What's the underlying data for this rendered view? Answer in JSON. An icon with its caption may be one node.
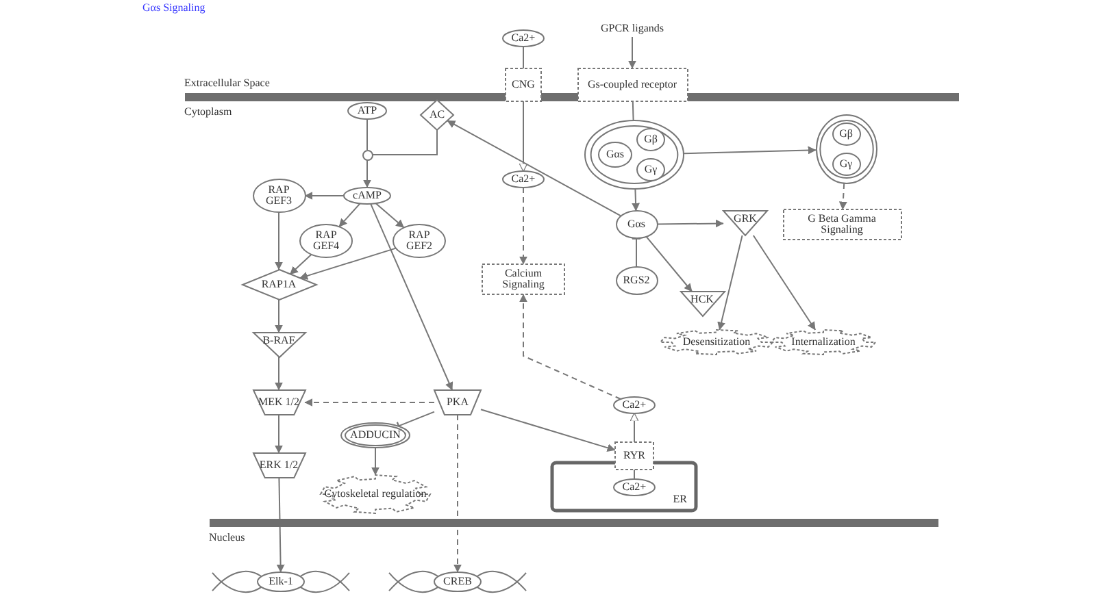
{
  "diagram": {
    "title": "Gαs Signaling",
    "nodes": [
      {
        "text": [
          "Ca2+"
        ]
      },
      {
        "text": [
          "GPCR ligands"
        ]
      },
      {
        "text": [
          "CNG"
        ]
      },
      {
        "text": [
          "Gs-coupled receptor"
        ]
      },
      {
        "text": [
          "ATP"
        ]
      },
      {
        "text": [
          "AC"
        ]
      },
      {
        "text": [],
        "shape": "circle"
      },
      {
        "text": [],
        "shape": "circle"
      },
      {
        "text": [
          "Gαs"
        ],
        "in": 7
      },
      {
        "text": [
          "Gβ"
        ],
        "in": 7
      },
      {
        "text": [
          "Gγ"
        ],
        "in": 7
      },
      {
        "text": [],
        "shape": "circle"
      },
      {
        "text": [
          "Gβ"
        ],
        "in": 11
      },
      {
        "text": [
          "Gγ"
        ],
        "in": 11
      },
      {
        "text": [
          "RAP GEF3"
        ]
      },
      {
        "text": [
          "cAMP"
        ]
      },
      {
        "text": [
          "RAP GEF4"
        ]
      },
      {
        "text": [
          "RAP GEF2"
        ]
      },
      {
        "text": [
          "RAP1A"
        ]
      },
      {
        "text": [
          "Ca2+"
        ]
      },
      {
        "text": [
          "Gαs"
        ]
      },
      {
        "text": [
          "GRK"
        ]
      },
      {
        "text": [
          "G Beta Gamma Signaling"
        ]
      },
      {
        "text": [
          "Calcium Signaling"
        ]
      },
      {
        "text": [
          "RGS2"
        ]
      },
      {
        "text": [
          "HCK"
        ]
      },
      {
        "text": [
          "Desensitization"
        ]
      },
      {
        "text": [
          "Internalization"
        ]
      },
      {
        "text": [
          "B-RAF"
        ]
      },
      {
        "text": [
          "MEK 1/2"
        ]
      },
      {
        "text": [
          "PKA"
        ]
      },
      {
        "text": [
          "ADDUCIN"
        ]
      },
      {
        "text": [
          "ERK 1/2"
        ]
      },
      {
        "text": [
          "Cytoskeletal regulation"
        ]
      },
      {
        "text": [
          "Ca2+"
        ]
      },
      {
        "text": [
          "ER"
        ]
      },
      {
        "text": [
          "RYR"
        ]
      },
      {
        "text": [
          "Ca2+"
        ],
        "in": 35
      },
      {
        "text": [
          "Elk-1"
        ]
      },
      {
        "text": [
          "CREB"
        ]
      }
    ],
    "edges": [
      {
        "from": 0,
        "to": 2,
        "arrow": "none"
      },
      {
        "from": 1,
        "to": 3,
        "arrow": "to"
      },
      {
        "from": 2,
        "to": 19,
        "arrow": "to"
      },
      {
        "from": 3,
        "to": 7,
        "arrow": "none"
      },
      {
        "from": 7,
        "to": 11,
        "arrow": "to"
      },
      {
        "from": 7,
        "to": 20,
        "arrow": "to"
      },
      {
        "from": 11,
        "to": 22,
        "arrow": "to",
        "style": "dashed"
      },
      {
        "from": 4,
        "to": 6,
        "arrow": "none"
      },
      {
        "from": 6,
        "to": 15,
        "arrow": "to"
      },
      {
        "from": 5,
        "to": 6,
        "arrow": "none"
      },
      {
        "from": 20,
        "to": 5,
        "arrow": "to"
      },
      {
        "from": 20,
        "to": 21,
        "arrow": "to"
      },
      {
        "from": 20,
        "to": 25,
        "arrow": "to"
      },
      {
        "from": 24,
        "to": 20,
        "arrow": "other"
      },
      {
        "from": 21,
        "to": 26,
        "arrow": "to"
      },
      {
        "from": 21,
        "to": 27,
        "arrow": "to"
      },
      {
        "from": 19,
        "to": 23,
        "arrow": "to",
        "style": "dashed"
      },
      {
        "from": 15,
        "to": 14,
        "arrow": "to"
      },
      {
        "from": 15,
        "to": 16,
        "arrow": "to"
      },
      {
        "from": 15,
        "to": 17,
        "arrow": "to"
      },
      {
        "from": 15,
        "to": 30,
        "arrow": "to"
      },
      {
        "from": 14,
        "to": 18,
        "arrow": "to"
      },
      {
        "from": 16,
        "to": 18,
        "arrow": "to"
      },
      {
        "from": 17,
        "to": 18,
        "arrow": "to"
      },
      {
        "from": 18,
        "to": 28,
        "arrow": "to"
      },
      {
        "from": 28,
        "to": 29,
        "arrow": "to"
      },
      {
        "from": 29,
        "to": 32,
        "arrow": "to"
      },
      {
        "from": 32,
        "to": 38,
        "arrow": "to"
      },
      {
        "from": 30,
        "to": 29,
        "arrow": "to",
        "style": "dashed"
      },
      {
        "from": 30,
        "to": 31,
        "arrow": "other"
      },
      {
        "from": 30,
        "to": 39,
        "arrow": "to",
        "style": "dashed"
      },
      {
        "from": 30,
        "to": 36,
        "arrow": "to"
      },
      {
        "from": 31,
        "to": 33,
        "arrow": "to"
      },
      {
        "from": 34,
        "to": 23,
        "arrow": "to",
        "style": "dashed"
      },
      {
        "from": 36,
        "to": 34,
        "arrow": "to"
      },
      {
        "from": 36,
        "to": 37,
        "arrow": "none"
      }
    ],
    "labels": [
      "Extracellular Space",
      "Cytoplasm",
      "Nucleus"
    ]
  }
}
